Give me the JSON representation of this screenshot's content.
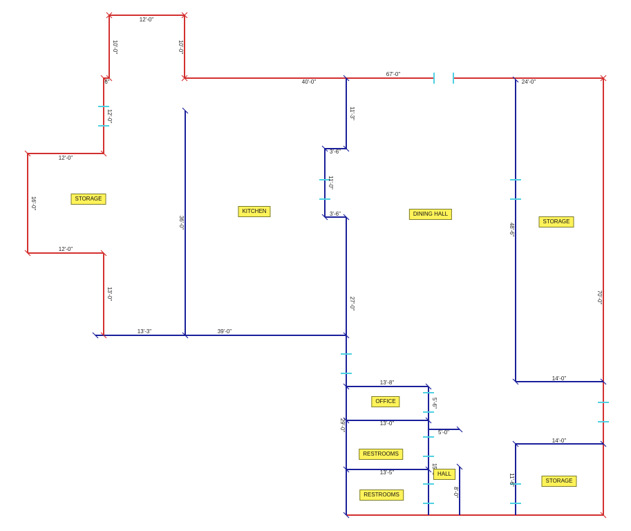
{
  "rooms": {
    "storage_west": "STORAGE",
    "kitchen": "KITCHEN",
    "dining_hall": "DINING HALL",
    "storage_east": "STORAGE",
    "office": "OFFICE",
    "restrooms_upper": "RESTROOMS",
    "restrooms_lower": "RESTROOMS",
    "hall": "HALL",
    "storage_southeast": "STORAGE"
  },
  "dimensions": {
    "top_notch_width": "12'-0\"",
    "top_notch_left_height": "10'-0\"",
    "top_notch_right_height": "10'-0\"",
    "small_offset": "6\"",
    "west_upper_wall": "12'-0\"",
    "storage_top": "12'-0\"",
    "storage_left": "16'-0\"",
    "storage_bottom": "12'-0\"",
    "west_lower_wall": "13'-0\"",
    "south_left": "13'-3\"",
    "south_kitchen": "39'-0\"",
    "kitchen_height": "36'-0\"",
    "north_kitchen": "40'-0\"",
    "north_total": "67'-0\"",
    "north_east": "24'-0\"",
    "dining_upper_wall": "11'-3\"",
    "jog_top": "3'-6\"",
    "jog_wall": "11'-0\"",
    "jog_bottom": "3'-6\"",
    "dining_lower_wall": "27'-0\"",
    "storage_east_height": "48'-6\"",
    "east_wall": "70'-0\"",
    "storage_east_bottom": "14'-0\"",
    "office_top": "13'-8\"",
    "office_height": "5'-6\"",
    "office_bottom": "13'-0\"",
    "hall_width": "5'-0\"",
    "restroom_mid": "13'-5\"",
    "restroom_height": "15'-3\"",
    "wing_height": "29'-0\"",
    "hall_height": "8'-0\"",
    "storage_se_top": "14'-0\"",
    "storage_se_height": "11'-6\""
  },
  "colors": {
    "exterior_wall": "#d32f2f",
    "interior_wall": "#1a1f9a",
    "door": "#4dd0e1",
    "label_fill": "#fff35a"
  }
}
